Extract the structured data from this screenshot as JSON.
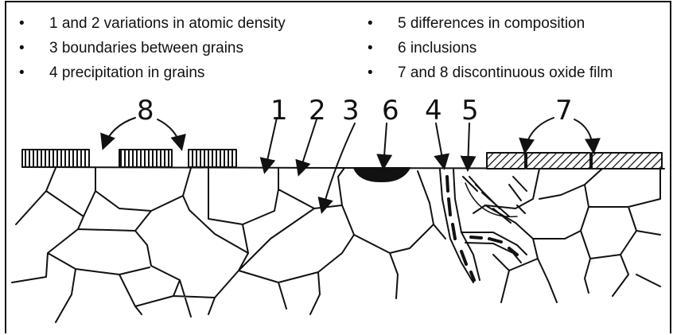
{
  "legend": {
    "left": [
      {
        "bullet": "•",
        "text": "1 and 2 variations in atomic density"
      },
      {
        "bullet": "•",
        "text": "3 boundaries between grains"
      },
      {
        "bullet": "•",
        "text": "4 precipitation in grains"
      }
    ],
    "right": [
      {
        "bullet": "•",
        "text": "5 differences in composition"
      },
      {
        "bullet": "•",
        "text": "6 inclusions"
      },
      {
        "bullet": "•",
        "text": "7 and 8 discontinuous oxide film"
      }
    ]
  },
  "diagram": {
    "labels": [
      "8",
      "1",
      "2",
      "3",
      "6",
      "4",
      "5",
      "7"
    ],
    "line_color": "#111111"
  }
}
